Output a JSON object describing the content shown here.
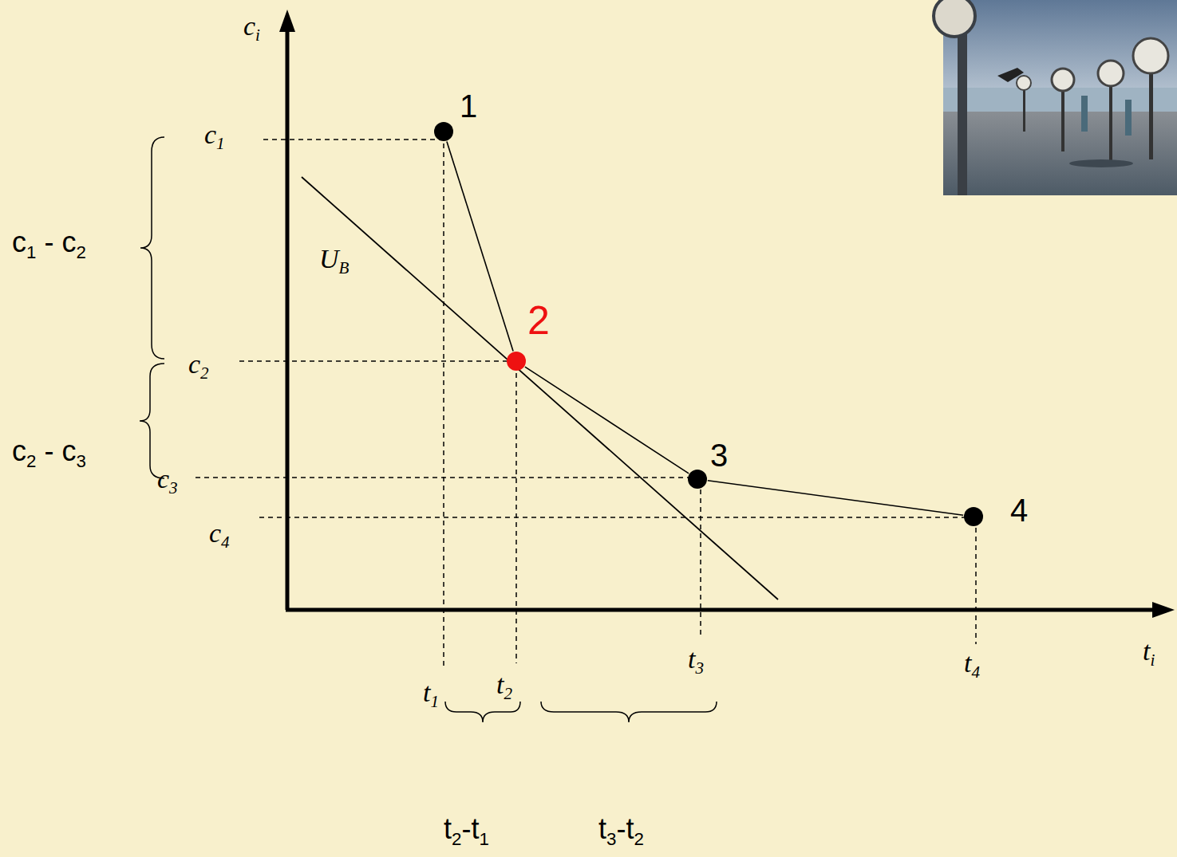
{
  "diagram": {
    "nodes": [
      {
        "text": [
          "1"
        ]
      },
      {
        "text": [
          "2"
        ]
      },
      {
        "text": [
          "3"
        ]
      },
      {
        "text": [
          "4"
        ]
      }
    ],
    "edges": [
      {
        "from": 0,
        "to": 1,
        "arrow": "none"
      },
      {
        "from": 1,
        "to": 2,
        "arrow": "none"
      },
      {
        "from": 2,
        "to": 3,
        "arrow": "none"
      }
    ],
    "labels": [
      "ci",
      "c1",
      "c2",
      "c3",
      "c4",
      "UB",
      "t1",
      "t2",
      "t3",
      "t4",
      "ti",
      "c1 - c2",
      "c2 - c3",
      "t2-t1",
      "t3-t2"
    ]
  }
}
